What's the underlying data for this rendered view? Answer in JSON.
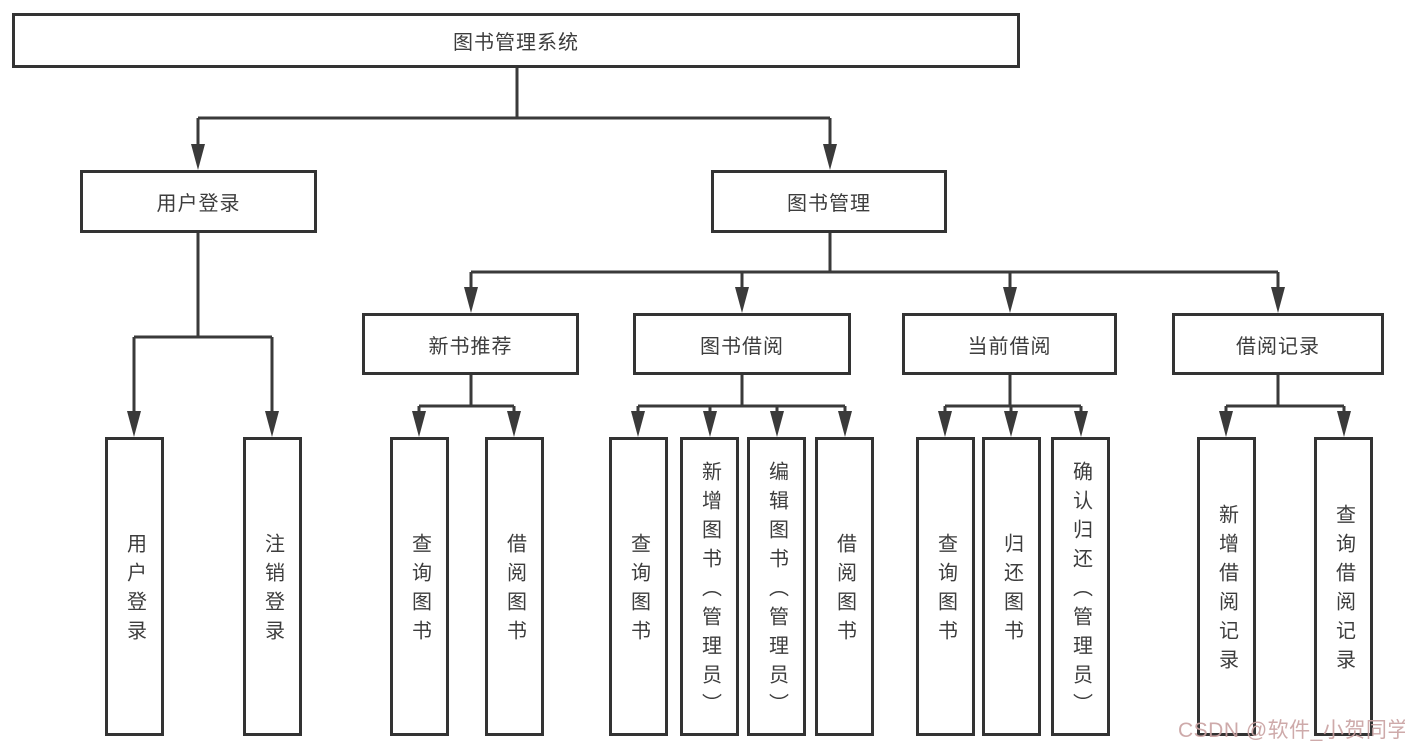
{
  "colors": {
    "line": "#3a3a3a",
    "box_border": "#333333",
    "text": "#3d3d3d",
    "background": "#ffffff",
    "watermark": "#caa3a3"
  },
  "root": {
    "label": "图书管理系统"
  },
  "level1": [
    {
      "id": "user-login",
      "label": "用户登录"
    },
    {
      "id": "book-management",
      "label": "图书管理"
    }
  ],
  "level2": [
    {
      "id": "new-book-recommend",
      "label": "新书推荐"
    },
    {
      "id": "book-borrowing",
      "label": "图书借阅"
    },
    {
      "id": "current-borrowing",
      "label": "当前借阅"
    },
    {
      "id": "borrowing-records",
      "label": "借阅记录"
    }
  ],
  "leaves": {
    "user_login": [
      "用户登录",
      "注销登录"
    ],
    "new_book_recommend": [
      "查询图书",
      "借阅图书"
    ],
    "book_borrowing": [
      "查询图书",
      "新增图书（管理员）",
      "编辑图书（管理员）",
      "借阅图书"
    ],
    "current_borrowing": [
      "查询图书",
      "归还图书",
      "确认归还（管理员）"
    ],
    "borrowing_records": [
      "新增借阅记录",
      "查询借阅记录"
    ]
  },
  "watermark": {
    "text": "CSDN @软件_小贺同学"
  }
}
